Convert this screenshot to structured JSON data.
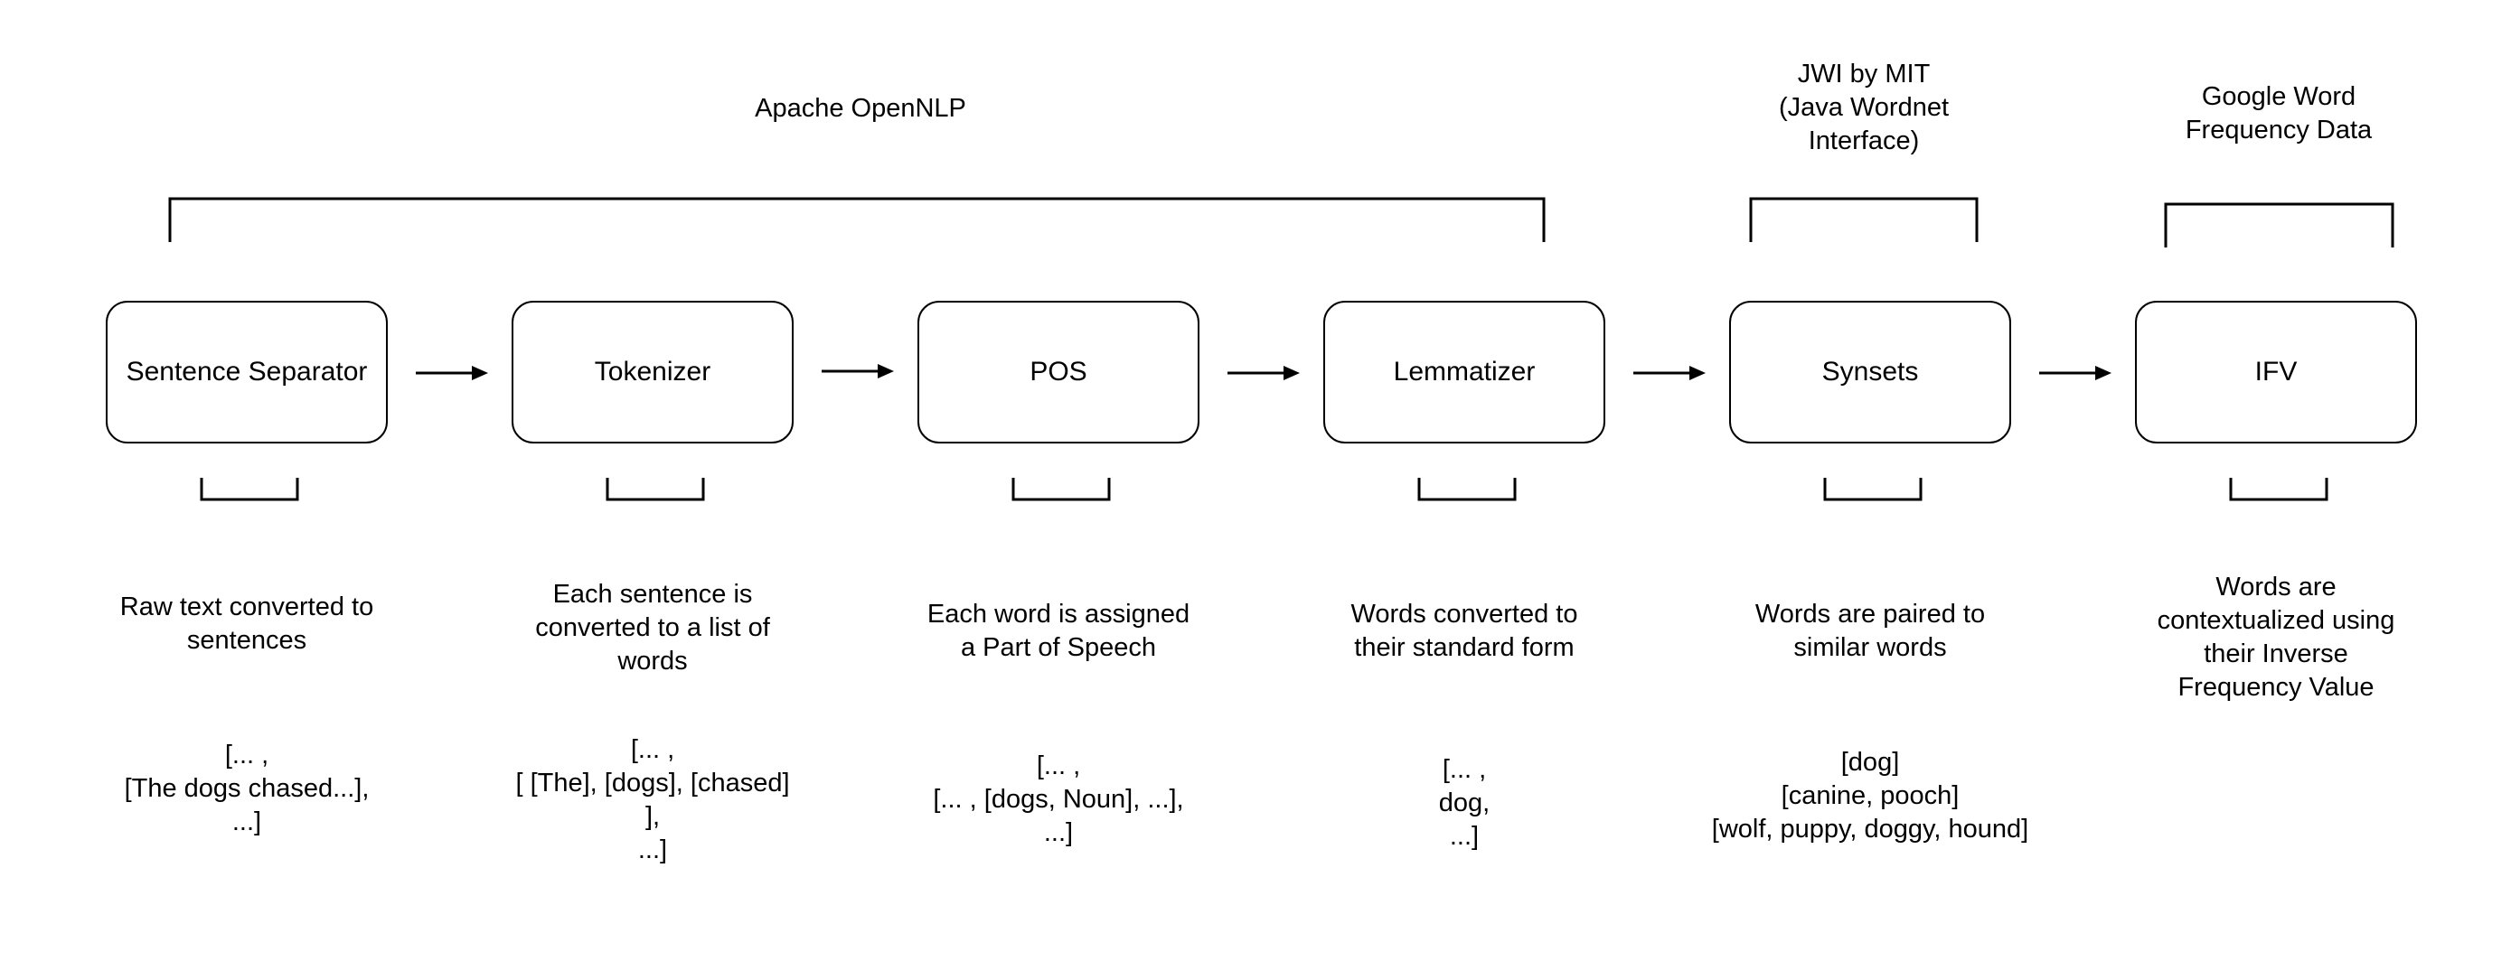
{
  "groups": {
    "opennlp": "Apache OpenNLP",
    "jwi": "JWI by MIT\n(Java Wordnet\nInterface)",
    "google": "Google Word\nFrequency Data"
  },
  "stages": [
    {
      "label": "Sentence Separator",
      "description": "Raw text converted to\nsentences",
      "example": "[... ,\n[The dogs chased...],\n...]"
    },
    {
      "label": "Tokenizer",
      "description": "Each sentence is\nconverted to a list of\nwords",
      "example": "[... ,\n[ [The], [dogs], [chased]\n],\n...]"
    },
    {
      "label": "POS",
      "description": "Each word is assigned\na Part of Speech",
      "example": "[... ,\n[... , [dogs, Noun], ...],\n...]"
    },
    {
      "label": "Lemmatizer",
      "description": "Words converted to\ntheir standard form",
      "example": "[... ,\ndog,\n...]"
    },
    {
      "label": "Synsets",
      "description": "Words are paired to\nsimilar words",
      "example": "[dog]\n[canine, pooch]\n[wolf, puppy, doggy, hound]"
    },
    {
      "label": "IFV",
      "description": "Words are\ncontextualized using\ntheir Inverse\nFrequency Value",
      "example": ""
    }
  ],
  "colors": {
    "stroke": "#000000",
    "background": "#ffffff"
  }
}
